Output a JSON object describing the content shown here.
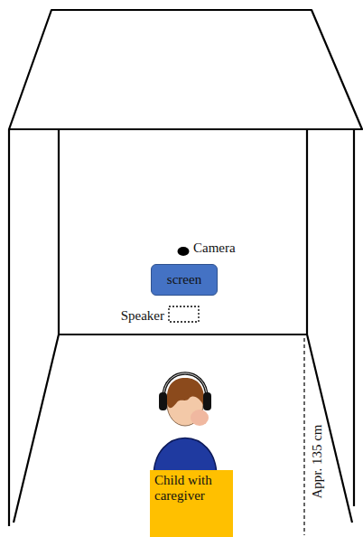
{
  "diagram": {
    "nodes": [
      {
        "text": [
          "screen"
        ]
      },
      {
        "text": [
          "Child with caregiver"
        ]
      }
    ],
    "labels": [
      "Camera",
      "Speaker",
      "Appr. 135 cm"
    ]
  }
}
